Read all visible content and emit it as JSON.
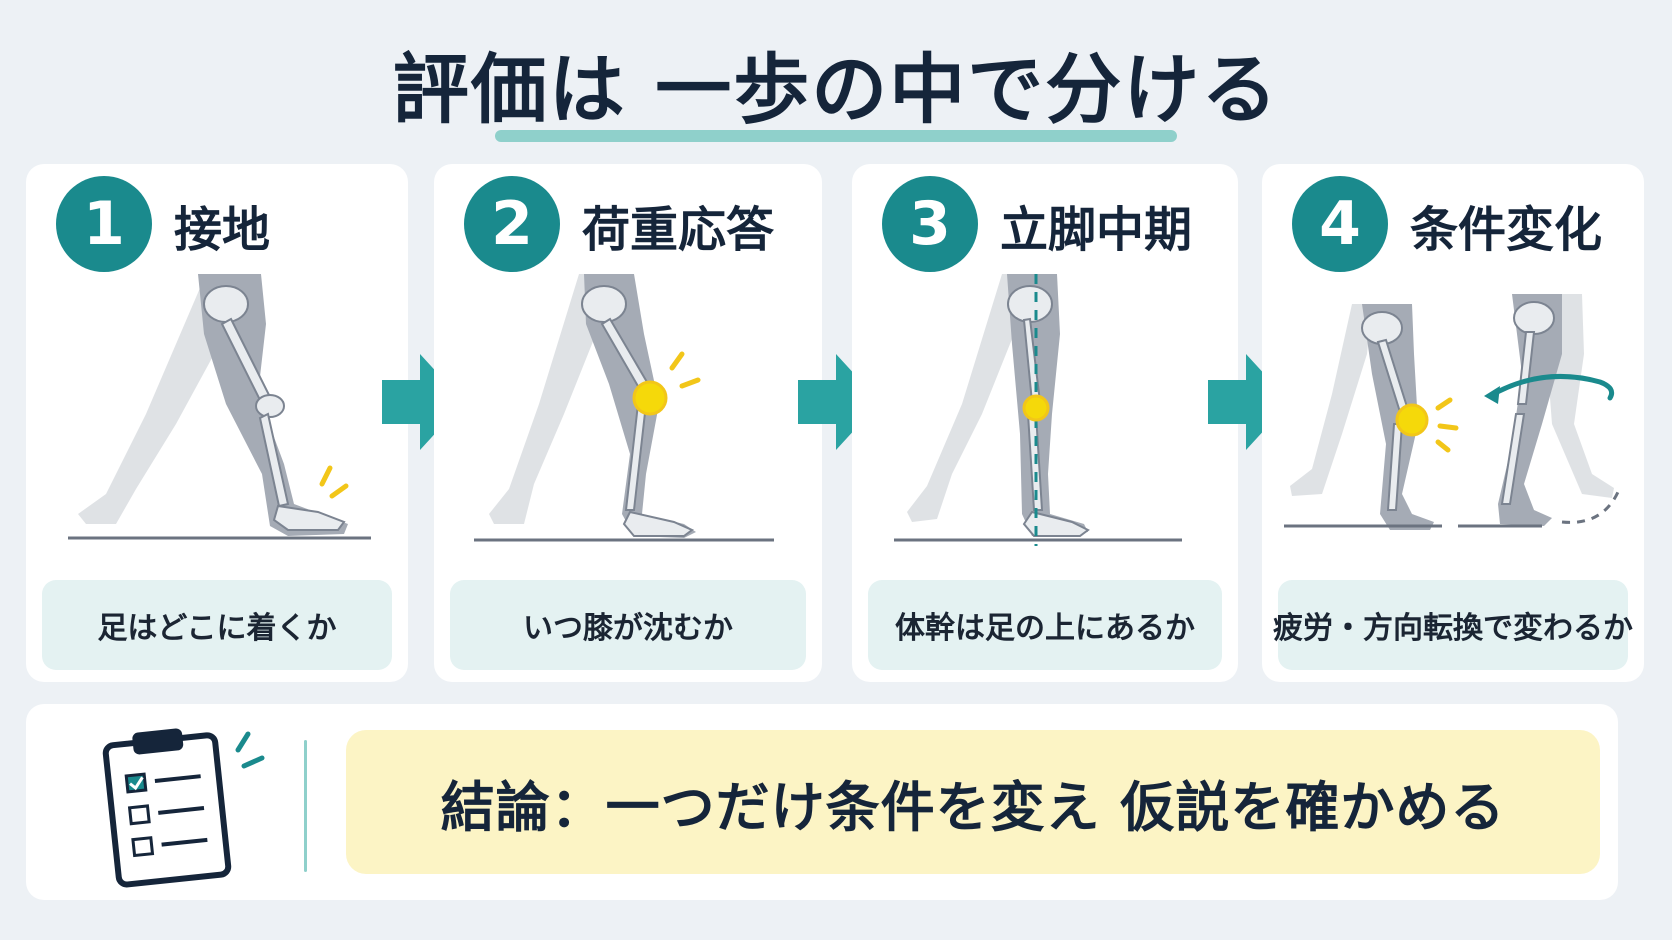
{
  "title": "評価は 一歩の中で分ける",
  "steps": [
    {
      "number": "1",
      "label": "接地",
      "caption": "足はどこに着くか"
    },
    {
      "number": "2",
      "label": "荷重応答",
      "caption": "いつ膝が沈むか"
    },
    {
      "number": "3",
      "label": "立脚中期",
      "caption": "体幹は足の上にあるか"
    },
    {
      "number": "4",
      "label": "条件変化",
      "caption": "疲労・方向転換で変わるか"
    }
  ],
  "conclusion": "結論：一つだけ条件を変え 仮説を確かめる",
  "colors": {
    "teal": "#1a8a8d",
    "highlight": "#f5d90a",
    "caption_bg": "#e4f2f2",
    "conclusion_bg": "#fcf4c5"
  },
  "icons": [
    "arrow-right-icon",
    "clipboard-checklist-icon",
    "rotate-icon"
  ]
}
